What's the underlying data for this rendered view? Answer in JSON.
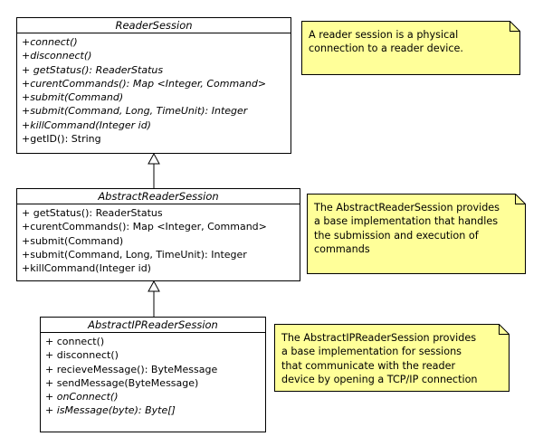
{
  "classes": {
    "reader_session": {
      "name": "ReaderSession",
      "operations": [
        {
          "text": "+connect()",
          "italic": true
        },
        {
          "text": "+disconnect()",
          "italic": true
        },
        {
          "text": "+ getStatus(): ReaderStatus",
          "italic": true
        },
        {
          "text": "+curentCommands(): Map <Integer, Command>",
          "italic": true
        },
        {
          "text": "+submit(Command)",
          "italic": true
        },
        {
          "text": "+submit(Command, Long, TimeUnit): Integer",
          "italic": true
        },
        {
          "text": "+killCommand(Integer id)",
          "italic": true
        },
        {
          "text": "+getID(): String",
          "italic": false
        }
      ]
    },
    "abstract_reader_session": {
      "name": "AbstractReaderSession",
      "operations": [
        {
          "text": "+ getStatus(): ReaderStatus",
          "italic": false
        },
        {
          "text": "+curentCommands(): Map <Integer, Command>",
          "italic": false
        },
        {
          "text": "+submit(Command)",
          "italic": false
        },
        {
          "text": "+submit(Command, Long, TimeUnit): Integer",
          "italic": false
        },
        {
          "text": "+killCommand(Integer id)",
          "italic": false
        }
      ]
    },
    "abstract_ip_reader_session": {
      "name": "AbstractIPReaderSession",
      "operations": [
        {
          "text": "+ connect()",
          "italic": false
        },
        {
          "text": "+ disconnect()",
          "italic": false
        },
        {
          "text": "+ recieveMessage(): ByteMessage",
          "italic": false
        },
        {
          "text": "+ sendMessage(ByteMessage)",
          "italic": false
        },
        {
          "text": "+ onConnect()",
          "italic": true
        },
        {
          "text": "+ isMessage(byte): Byte[]",
          "italic": true
        }
      ]
    }
  },
  "notes": {
    "note1": {
      "lines": [
        "A reader session is a physical",
        "connection to a reader device."
      ]
    },
    "note2": {
      "lines": [
        "The AbstractReaderSession provides",
        "a base implementation that handles",
        "the submission and execution of",
        "commands"
      ]
    },
    "note3": {
      "lines": [
        "The AbstractIPReaderSession provides",
        "a base implementation for sessions",
        "that communicate with the reader",
        "device by opening a TCP/IP connection"
      ]
    }
  },
  "colors": {
    "note_fill": "#ffff99",
    "line": "#000000",
    "box_fill": "#ffffff"
  }
}
